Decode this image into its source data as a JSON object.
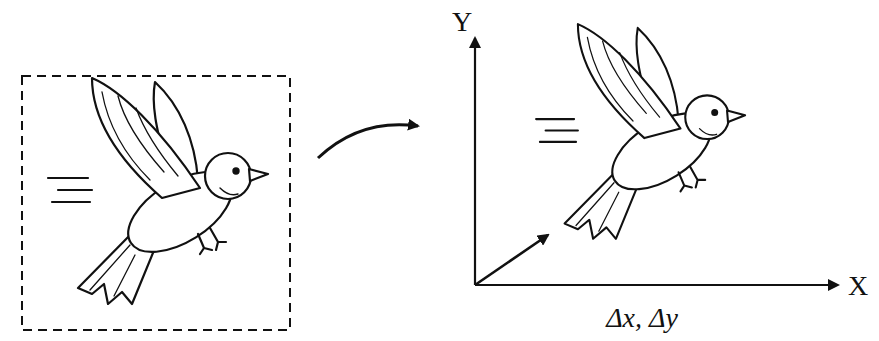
{
  "diagram": {
    "labels": [
      "Y",
      "X",
      "Δx, Δy"
    ]
  }
}
